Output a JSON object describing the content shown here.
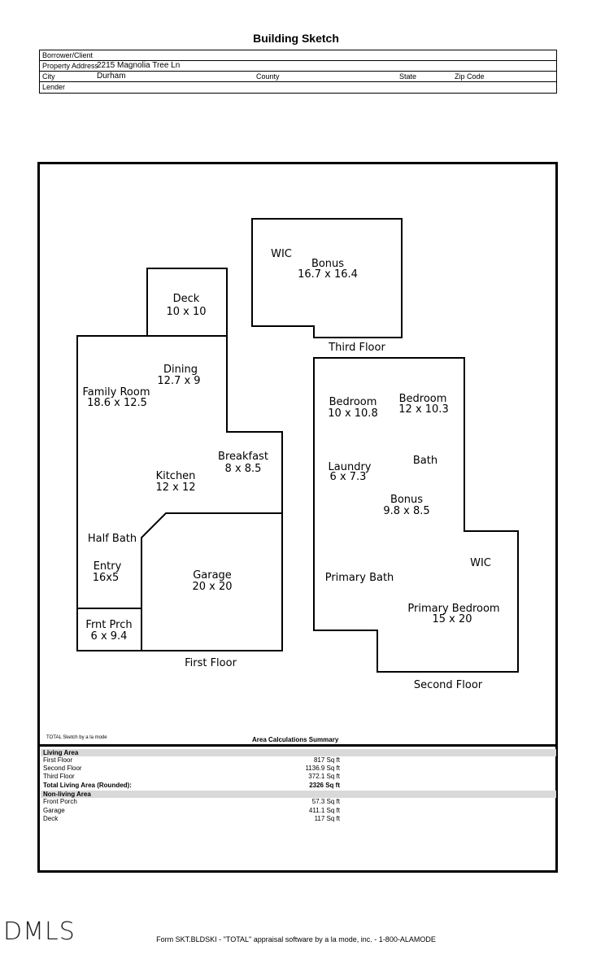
{
  "title": "Building Sketch",
  "header": {
    "borrower_label": "Borrower/Client",
    "address_label": "Property Address",
    "address_value": "2215 Magnolia Tree Ln",
    "city_label": "City",
    "city_value": "Durham",
    "county_label": "County",
    "state_label": "State",
    "zip_label": "Zip Code",
    "lender_label": "Lender"
  },
  "rooms": {
    "wic3": "WIC",
    "bonus3_name": "Bonus",
    "bonus3_dim": "16.7 x 16.4",
    "third_floor": "Third Floor",
    "deck_name": "Deck",
    "deck_dim": "10 x 10",
    "dining_name": "Dining",
    "dining_dim": "12.7 x 9",
    "family_name": "Family Room",
    "family_dim": "18.6 x 12.5",
    "breakfast_name": "Breakfast",
    "breakfast_dim": "8 x 8.5",
    "kitchen_name": "Kitchen",
    "kitchen_dim": "12 x 12",
    "halfbath": "Half Bath",
    "entry_name": "Entry",
    "entry_dim": "16x5",
    "garage_name": "Garage",
    "garage_dim": "20 x 20",
    "porch_name": "Frnt Prch",
    "porch_dim": "6 x 9.4",
    "first_floor": "First Floor",
    "bed1_name": "Bedroom",
    "bed1_dim": "10 x 10.8",
    "bed2_name": "Bedroom",
    "bed2_dim": "12 x 10.3",
    "laundry_name": "Laundry",
    "laundry_dim": "6 x 7.3",
    "bath": "Bath",
    "bonus2_name": "Bonus",
    "bonus2_dim": "9.8 x 8.5",
    "wic2": "WIC",
    "primary_bath": "Primary Bath",
    "primary_bed_name": "Primary Bedroom",
    "primary_bed_dim": "15 x 20",
    "second_floor": "Second Floor"
  },
  "summary": {
    "software_label": "TOTAL Sketch by a la mode",
    "title": "Area Calculations Summary",
    "living_header": "Living Area",
    "living": [
      {
        "label": "First Floor",
        "value": "817 Sq ft"
      },
      {
        "label": "Second Floor",
        "value": "1136.9 Sq ft"
      },
      {
        "label": "Third Floor",
        "value": "372.1 Sq ft"
      }
    ],
    "total_label": "Total Living Area (Rounded):",
    "total_value": "2326 Sq ft",
    "nonliving_header": "Non-living Area",
    "nonliving": [
      {
        "label": "Front Porch",
        "value": "57.3 Sq ft"
      },
      {
        "label": "Garage",
        "value": "411.1 Sq ft"
      },
      {
        "label": "Deck",
        "value": "117 Sq ft"
      }
    ]
  },
  "logo": "DMLS",
  "footer": "Form SKT.BLDSKI - \"TOTAL\" appraisal software by a la mode, inc. - 1-800-ALAMODE"
}
